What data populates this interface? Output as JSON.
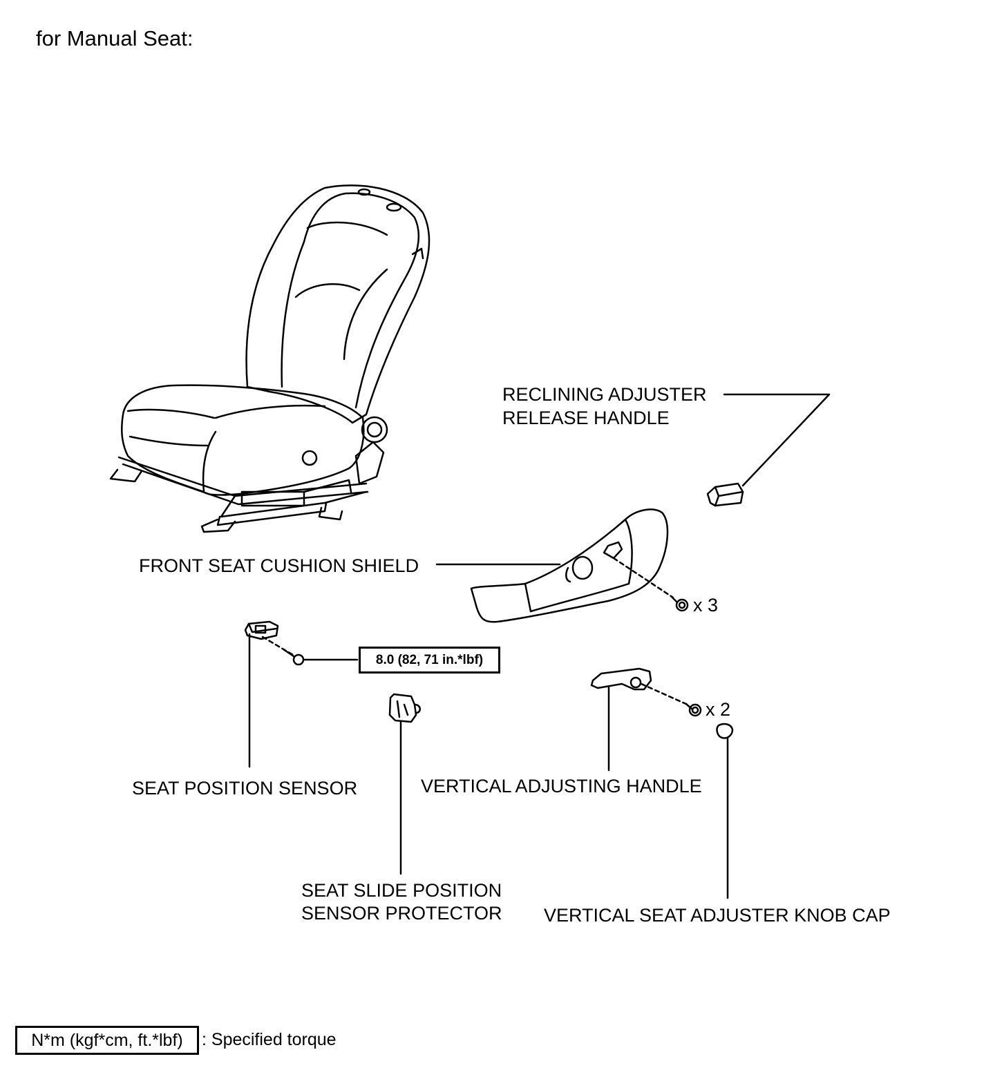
{
  "header": {
    "title": "for Manual Seat:"
  },
  "labels": {
    "reclining_line1": "RECLINING ADJUSTER",
    "reclining_line2": "RELEASE HANDLE",
    "cushion_shield": "FRONT SEAT CUSHION SHIELD",
    "screw_qty_3": "x 3",
    "seat_position_sensor": "SEAT POSITION SENSOR",
    "torque_value": "8.0 (82, 71 in.*lbf)",
    "slide_sensor_line1": "SEAT SLIDE POSITION",
    "slide_sensor_line2": "SENSOR PROTECTOR",
    "vertical_handle": "VERTICAL ADJUSTING HANDLE",
    "screw_qty_2": "x 2",
    "knob_cap": "VERTICAL SEAT ADJUSTER KNOB CAP"
  },
  "legend": {
    "unit_box": "N*m (kgf*cm, ft.*lbf)",
    "description": ": Specified torque"
  }
}
